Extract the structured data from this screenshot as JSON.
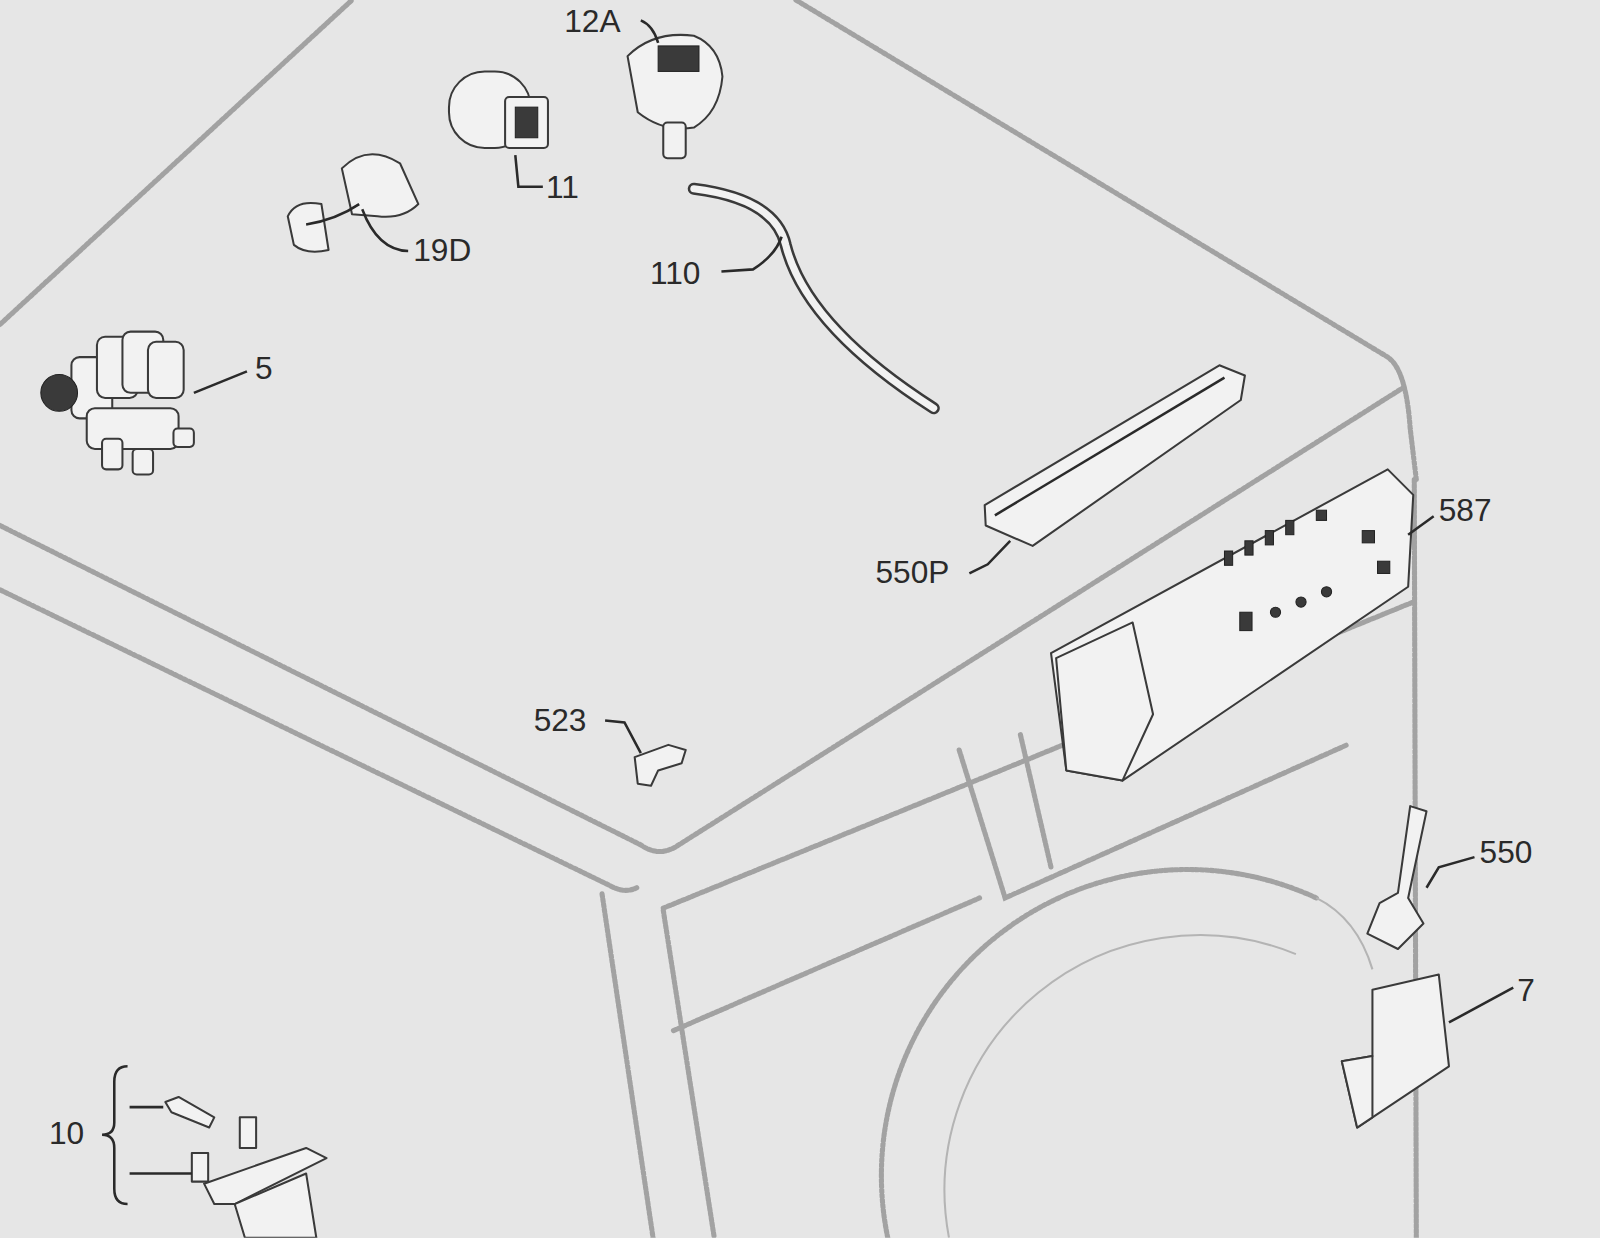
{
  "diagram": {
    "labels": [
      "12A",
      "11",
      "19D",
      "110",
      "5",
      "550P",
      "587",
      "523",
      "550",
      "7",
      "10"
    ]
  }
}
